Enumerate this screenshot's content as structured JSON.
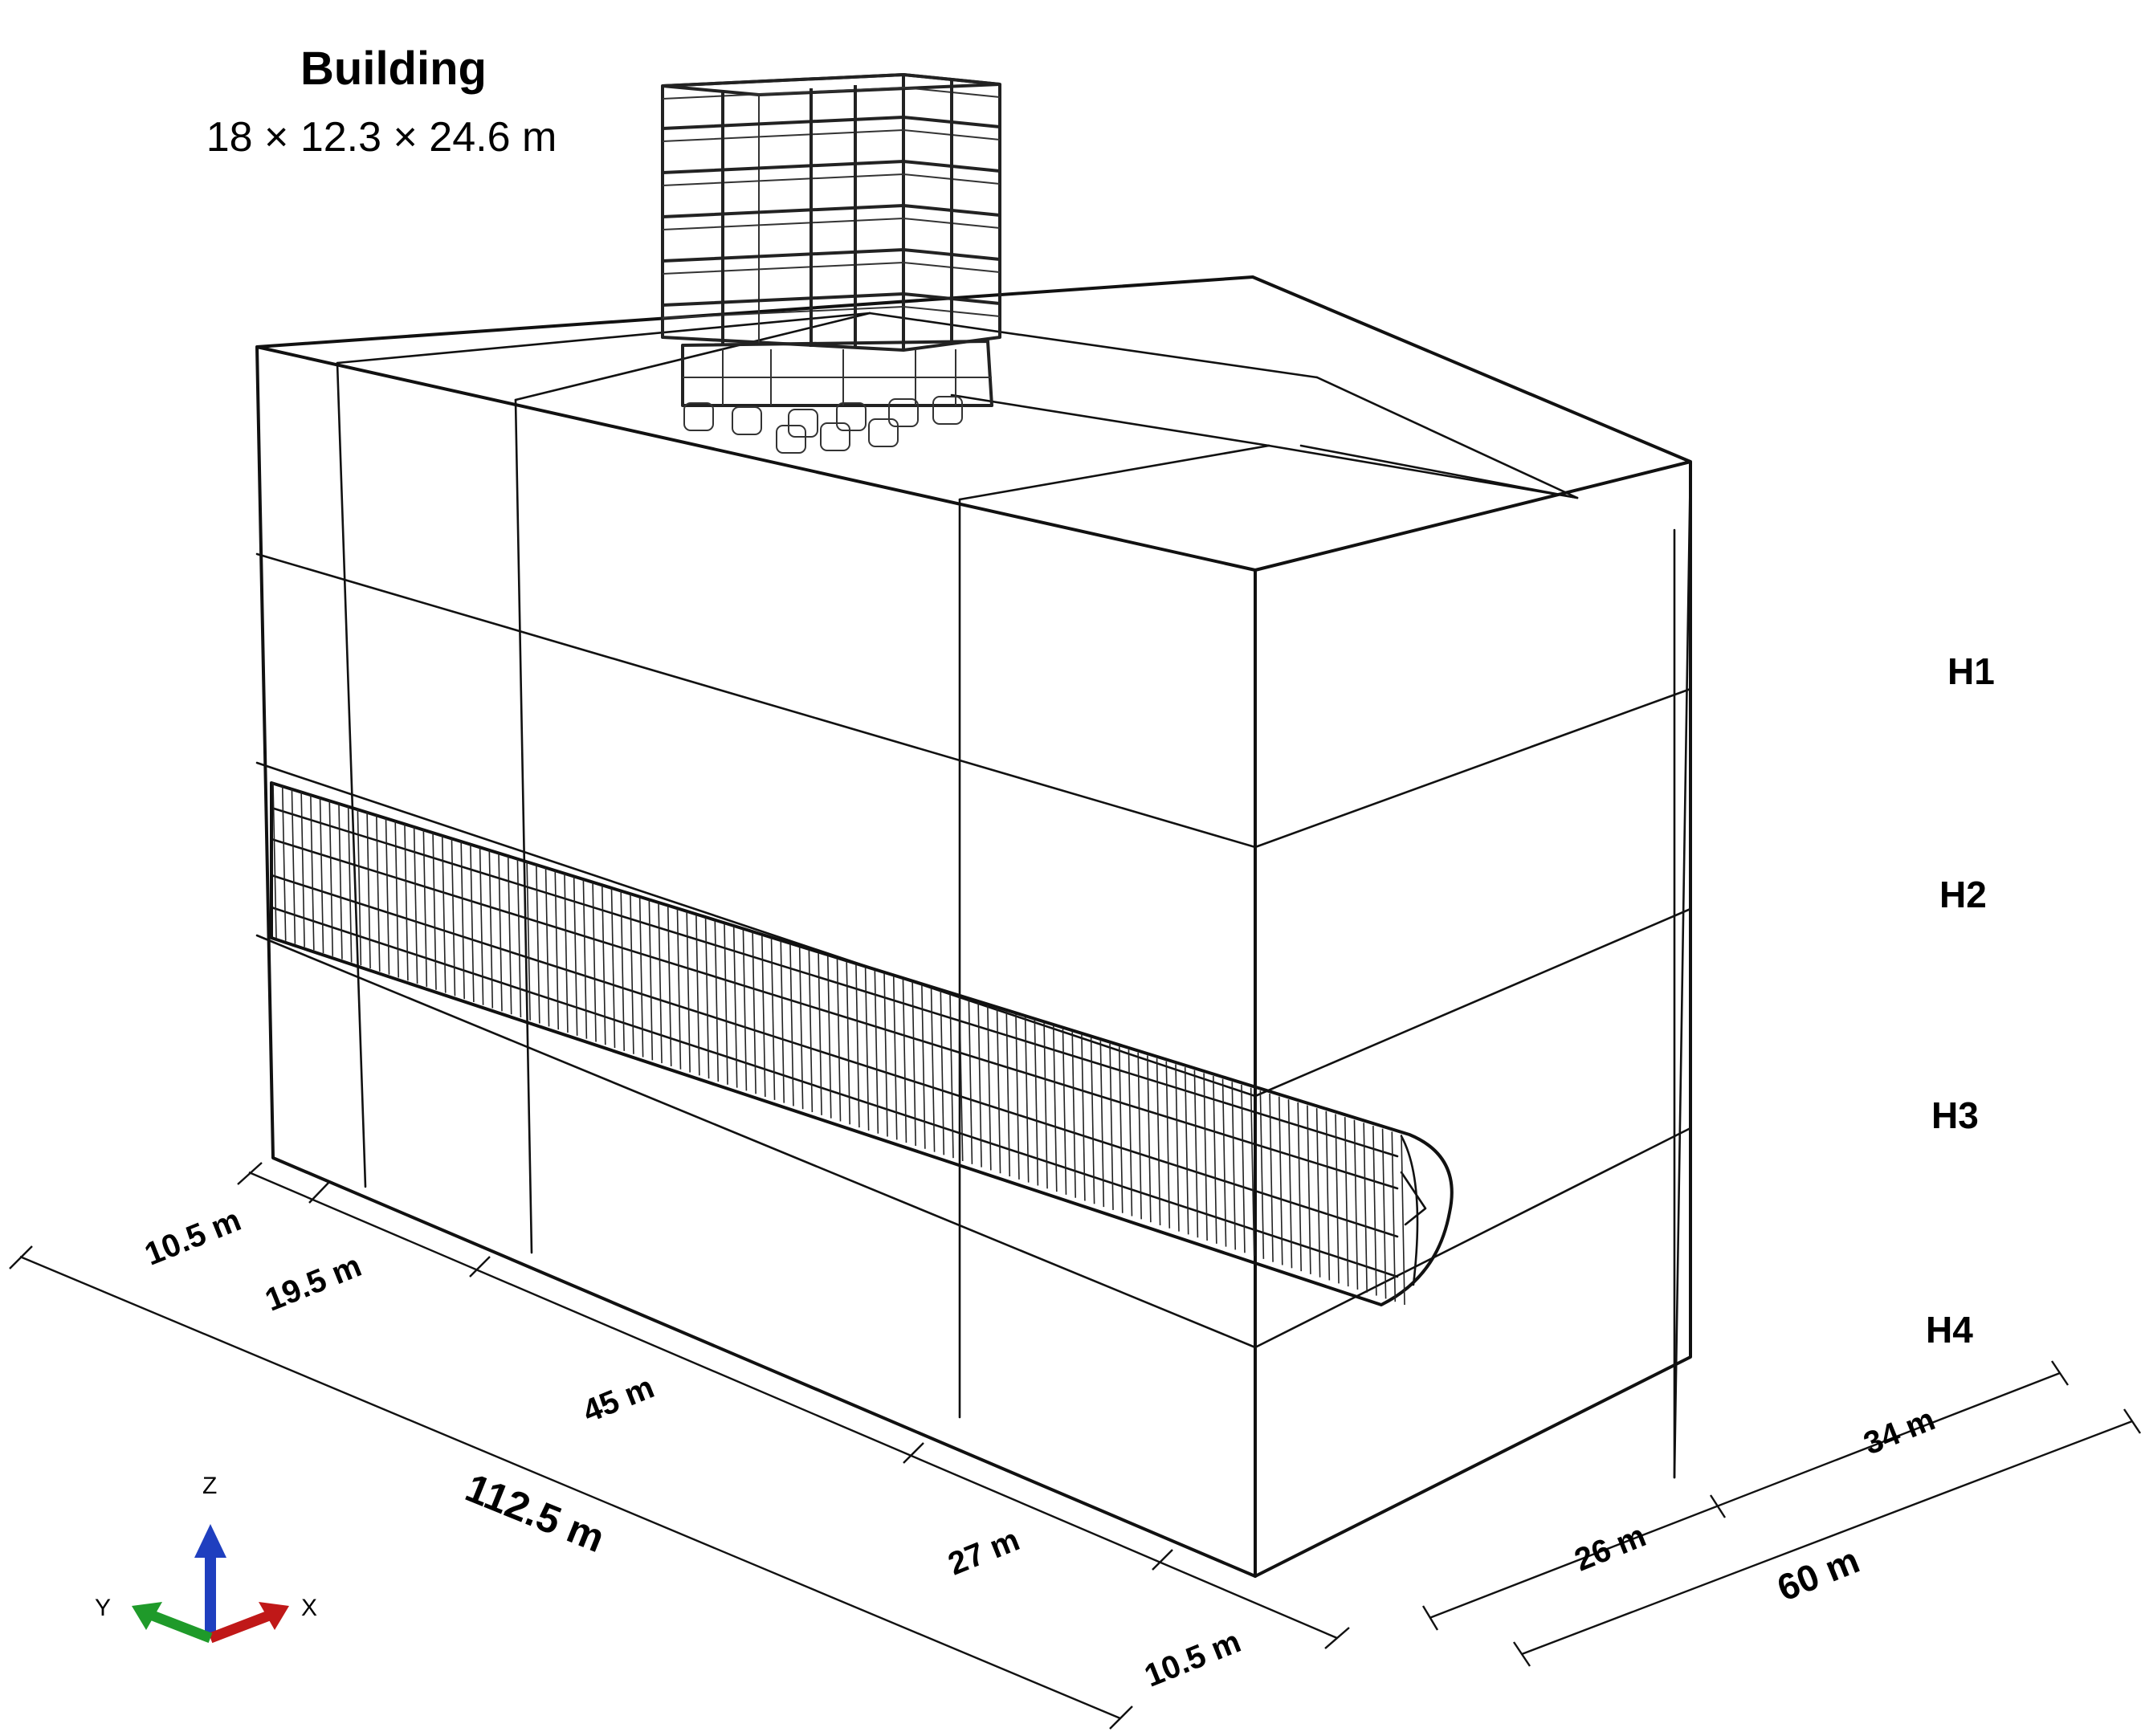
{
  "building": {
    "label": "Building",
    "dimensions": "18 × 12.3 × 24.6 m"
  },
  "layers": [
    "H1",
    "H2",
    "H3",
    "H4"
  ],
  "length_dims": {
    "total": "112.5 m",
    "segments": [
      "10.5 m",
      "19.5 m",
      "45 m",
      "27 m",
      "10.5 m"
    ]
  },
  "width_dims": {
    "total": "60 m",
    "segments": [
      "26 m",
      "34 m"
    ]
  },
  "axes": {
    "x": "X",
    "y": "Y",
    "z": "Z",
    "colors": {
      "x": "#c01818",
      "y": "#1f9a2a",
      "z": "#1f3fbf"
    }
  }
}
